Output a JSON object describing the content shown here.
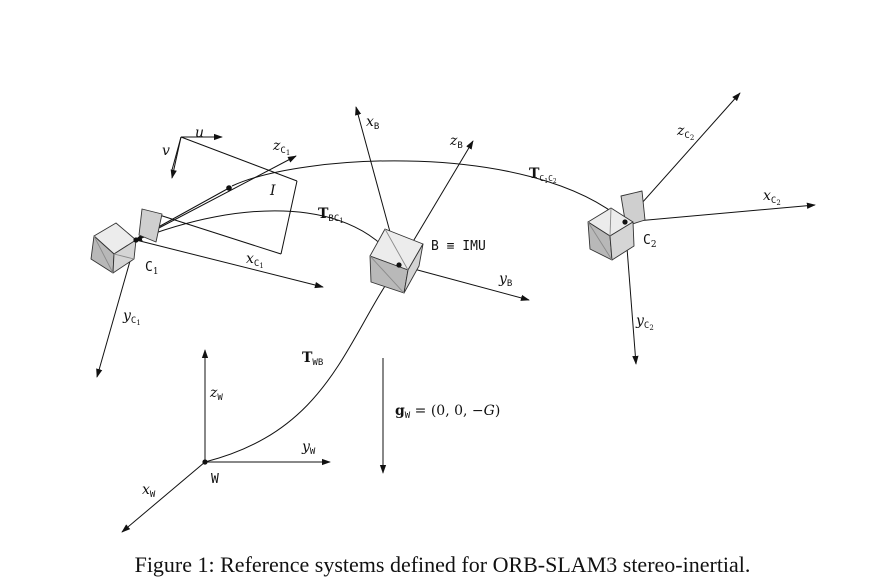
{
  "caption": "Figure 1: Reference systems defined for ORB-SLAM3 stereo-inertial.",
  "frames": {
    "camera1": {
      "name": "C",
      "sub": "1"
    },
    "camera2": {
      "name": "C",
      "sub": "2"
    },
    "body": {
      "name": "B ≡ IMU"
    },
    "world": {
      "name": "W"
    }
  },
  "axes": {
    "c1": {
      "x": {
        "main": "x",
        "sub": "C",
        "sub2": "1"
      },
      "y": {
        "main": "y",
        "sub": "C",
        "sub2": "1"
      },
      "z": {
        "main": "z",
        "sub": "C",
        "sub2": "1"
      }
    },
    "c2": {
      "x": {
        "main": "x",
        "sub": "C",
        "sub2": "2"
      },
      "y": {
        "main": "y",
        "sub": "C",
        "sub2": "2"
      },
      "z": {
        "main": "z",
        "sub": "C",
        "sub2": "2"
      }
    },
    "b": {
      "x": {
        "main": "x",
        "sub": "B"
      },
      "y": {
        "main": "y",
        "sub": "B"
      },
      "z": {
        "main": "z",
        "sub": "B"
      }
    },
    "w": {
      "x": {
        "main": "x",
        "sub": "W"
      },
      "y": {
        "main": "y",
        "sub": "W"
      },
      "z": {
        "main": "z",
        "sub": "W"
      }
    }
  },
  "image_plane": {
    "u": "u",
    "v": "v",
    "image": "I"
  },
  "transforms": {
    "t_bc1": {
      "main": "T",
      "sub": "BC",
      "sub2": "1"
    },
    "t_c1c2": {
      "main": "T",
      "sub": "C",
      "sub2": "1",
      "sub3": "C",
      "sub4": "2"
    },
    "t_wb": {
      "main": "T",
      "sub": "WB"
    }
  },
  "gravity": {
    "main": "g",
    "sub": "W",
    "rest": " = (0, 0, −",
    "G": "G",
    "close": ")"
  }
}
